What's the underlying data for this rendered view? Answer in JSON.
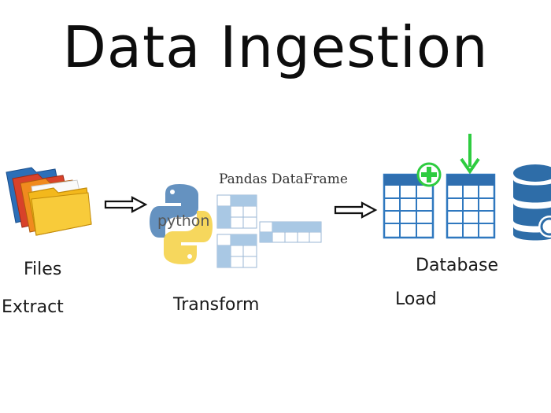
{
  "title": "Data Ingestion",
  "labels": {
    "files": "Files",
    "extract": "Extract",
    "transform": "Transform",
    "pandas": "Pandas DataFrame",
    "database": "Database",
    "load": "Load",
    "python": "python"
  },
  "colors": {
    "arrow": "#111111",
    "table_blue": "#2f78bf",
    "table_header": "#2f6fb0",
    "green": "#2ecc40",
    "db_blue": "#2e6da8",
    "folder_yellow": "#f3b81c",
    "python_blue": "#4a7fb5",
    "python_yellow": "#f5d34b",
    "df_cell": "#a9c8e4"
  },
  "icons": [
    "folder-stack-icon",
    "python-logo-icon",
    "dataframe-icon",
    "table-plus-icon",
    "table-download-icon",
    "database-icon"
  ]
}
